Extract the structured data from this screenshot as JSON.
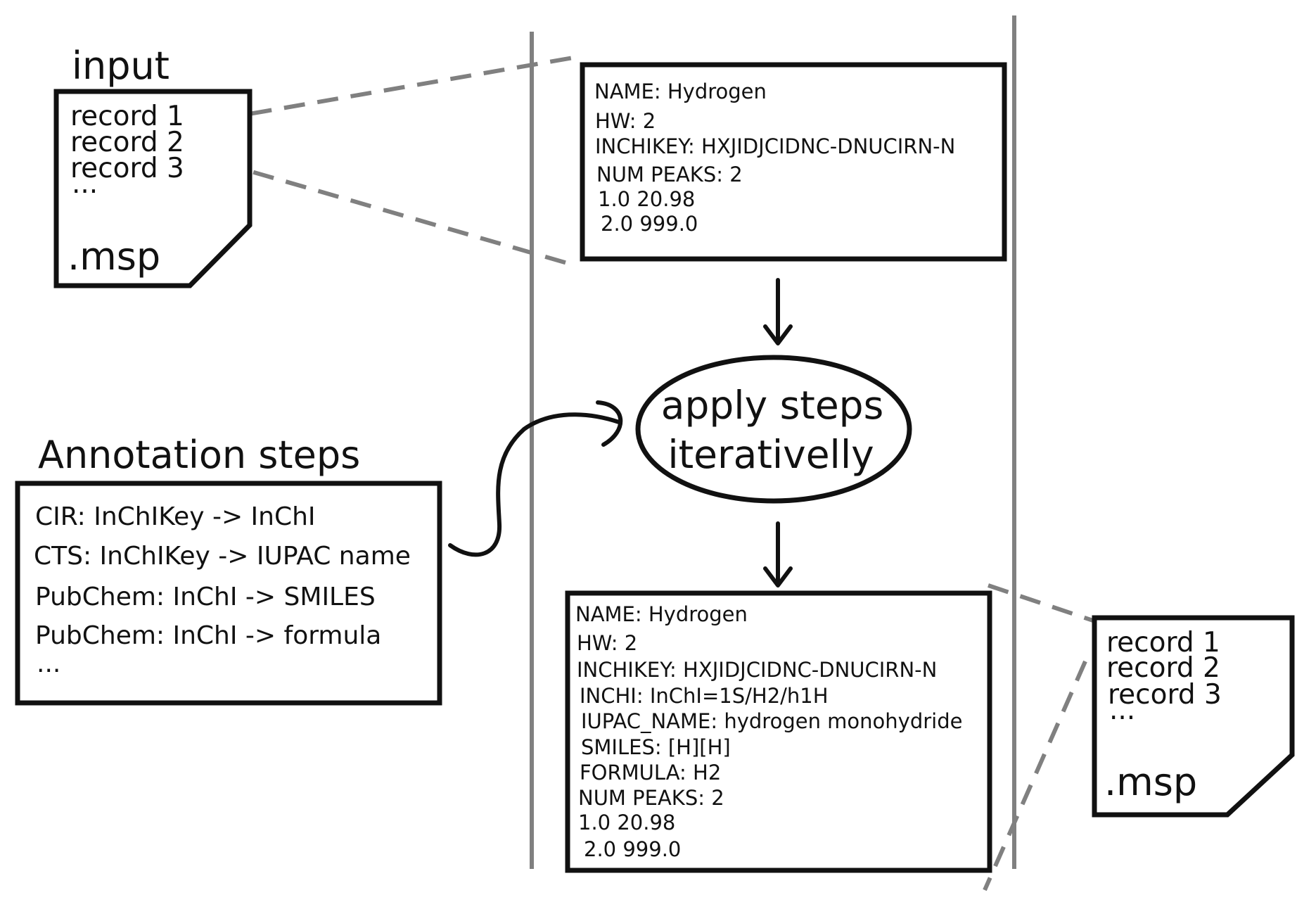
{
  "input_file": {
    "title": "input",
    "records": [
      "record 1",
      "record 2",
      "record 3",
      "..."
    ],
    "extension": ".msp"
  },
  "record_box": {
    "lines": [
      "NAME: Hydrogen",
      "HW: 2",
      "INCHIKEY: HXJIDJCIDNC-DNUCIRN-N",
      "NUM PEAKS: 2",
      "1.0 20.98",
      "2.0 999.0"
    ]
  },
  "process": {
    "line1": "apply steps",
    "line2": "iterativelly"
  },
  "annotation_steps": {
    "title": "Annotation steps",
    "steps": [
      "CIR: InChIKey -> InChI",
      "CTS: InChIKey -> IUPAC name",
      "PubChem: InChI -> SMILES",
      "PubChem: InChI -> formula",
      "..."
    ]
  },
  "result_box": {
    "lines": [
      "NAME: Hydrogen",
      "HW: 2",
      "INCHIKEY: HXJIDJCIDNC-DNUCIRN-N",
      "INCHI: InChI=1S/H2/h1H",
      "IUPAC_NAME: hydrogen monohydride",
      "SMILES: [H][H]",
      "FORMULA: H2",
      "NUM PEAKS: 2",
      "1.0 20.98",
      "2.0 999.0"
    ]
  },
  "output_file": {
    "records": [
      "record 1",
      "record 2",
      "record 3",
      "..."
    ],
    "extension": ".msp"
  },
  "colors": {
    "ink": "#111111",
    "divider": "#808080",
    "dashed_connector": "#808080",
    "background": "#ffffff"
  }
}
